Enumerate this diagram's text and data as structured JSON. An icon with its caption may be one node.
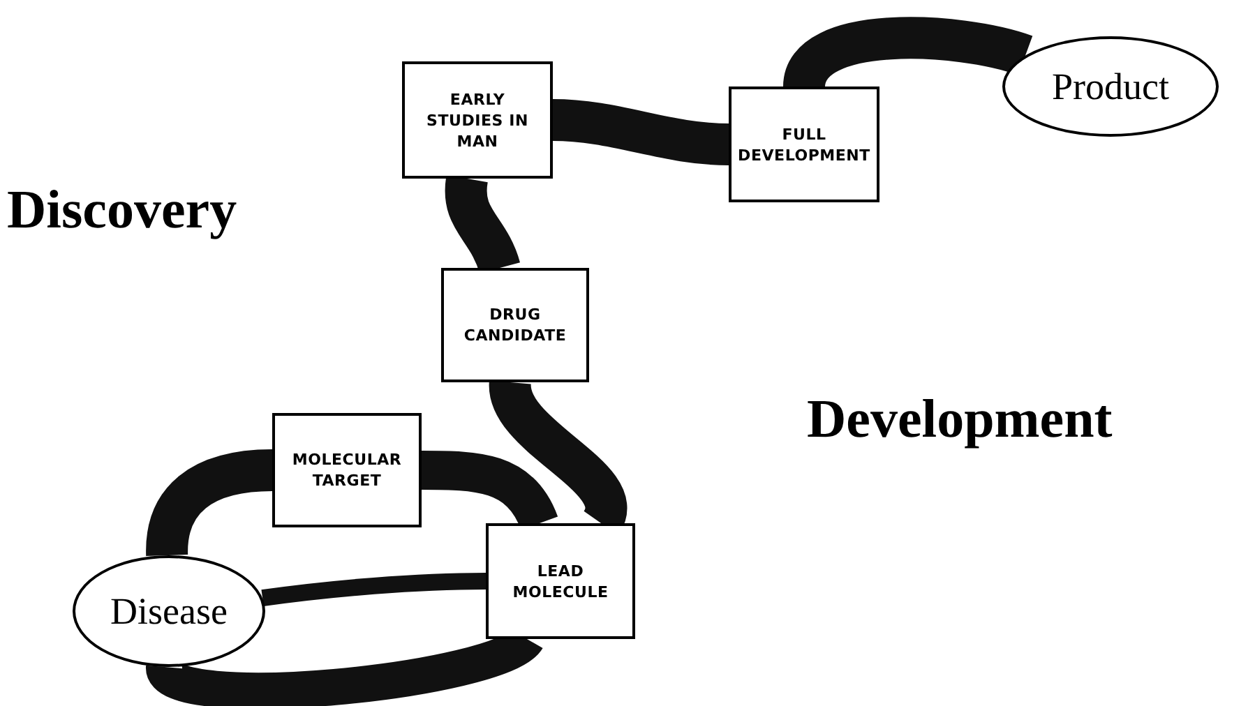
{
  "diagram": {
    "nodes": [
      {
        "text": [
          "Disease"
        ]
      },
      {
        "text": [
          "MOLECULAR TARGET"
        ]
      },
      {
        "text": [
          "LEAD MOLECULE"
        ]
      },
      {
        "text": [
          "DRUG CANDIDATE"
        ]
      },
      {
        "text": [
          "EARLY STUDIES IN MAN"
        ]
      },
      {
        "text": [
          "FULL DEVELOPMENT"
        ]
      },
      {
        "text": [
          "Product"
        ]
      }
    ],
    "edges": [
      {
        "from": 0,
        "to": 1,
        "arrow": "none"
      },
      {
        "from": 1,
        "to": 2,
        "arrow": "none"
      },
      {
        "from": 0,
        "to": 2,
        "arrow": "none"
      },
      {
        "from": 0,
        "to": 2,
        "arrow": "none"
      },
      {
        "from": 2,
        "to": 3,
        "arrow": "none"
      },
      {
        "from": 3,
        "to": 4,
        "arrow": "none"
      },
      {
        "from": 4,
        "to": 5,
        "arrow": "none"
      },
      {
        "from": 5,
        "to": 6,
        "arrow": "none"
      }
    ],
    "labels": [
      "Discovery",
      "Development"
    ]
  }
}
